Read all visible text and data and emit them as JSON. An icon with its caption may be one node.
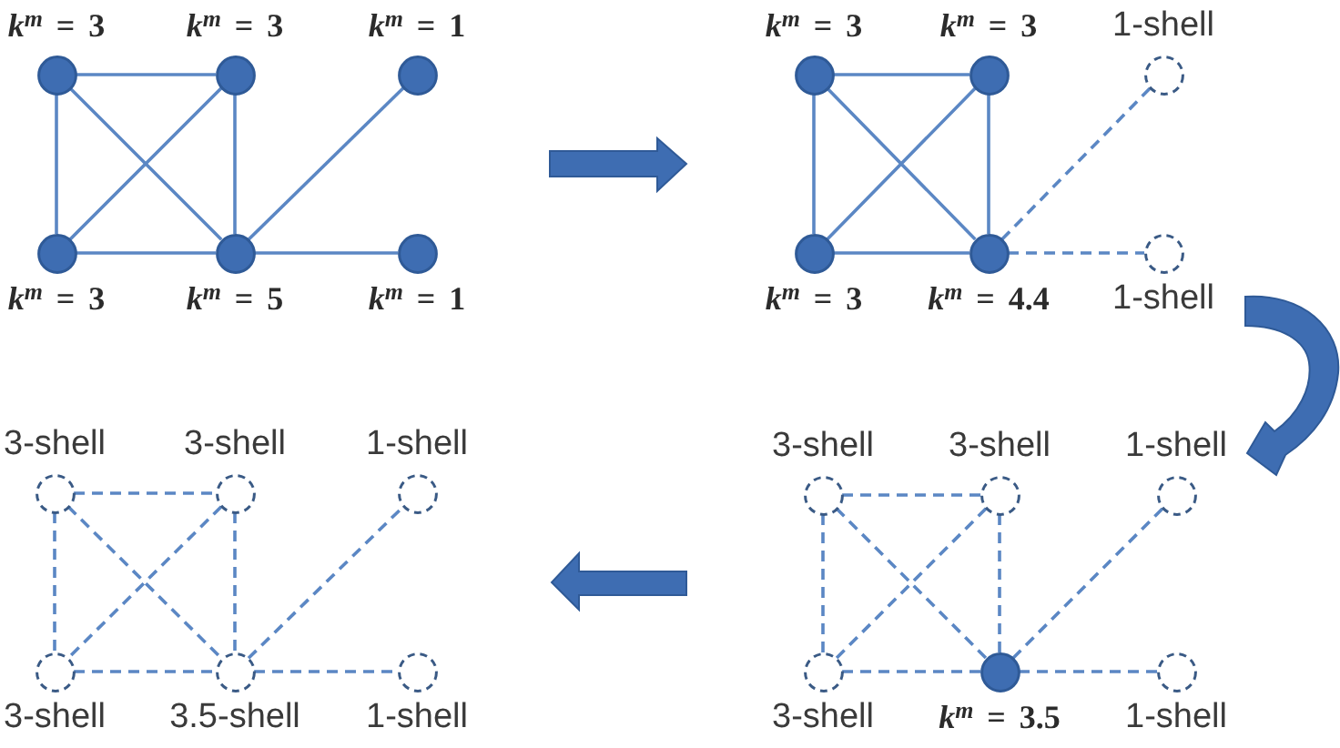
{
  "diagram": {
    "nodes": [
      {
        "text": [],
        "shape": "circle",
        "beside": [
          "*k*$^{m}$ = 3"
        ]
      },
      {
        "text": [],
        "shape": "circle",
        "beside": [
          "*k*$^{m}$ = 3"
        ]
      },
      {
        "text": [],
        "shape": "circle",
        "beside": [
          "*k*$^{m}$ = 1"
        ]
      },
      {
        "text": [],
        "shape": "circle",
        "beside": [
          "*k*$^{m}$ = 3"
        ]
      },
      {
        "text": [],
        "shape": "circle",
        "beside": [
          "*k*$^{m}$ = 5"
        ]
      },
      {
        "text": [],
        "shape": "circle",
        "beside": [
          "*k*$^{m}$ = 1"
        ]
      },
      {
        "text": [],
        "shape": "circle",
        "beside": [
          "*k*$^{m}$ = 3"
        ]
      },
      {
        "text": [],
        "shape": "circle",
        "beside": [
          "*k*$^{m}$ = 3"
        ]
      },
      {
        "text": [],
        "shape": "ring",
        "beside": [
          "1-shell"
        ]
      },
      {
        "text": [],
        "shape": "circle",
        "beside": [
          "*k*$^{m}$ = 3"
        ]
      },
      {
        "text": [],
        "shape": "circle",
        "beside": [
          "*k*$^{m}$ = 4.4"
        ]
      },
      {
        "text": [],
        "shape": "ring",
        "beside": [
          "1-shell"
        ]
      },
      {
        "text": [],
        "shape": "ring",
        "beside": [
          "3-shell"
        ]
      },
      {
        "text": [],
        "shape": "ring",
        "beside": [
          "3-shell"
        ]
      },
      {
        "text": [],
        "shape": "ring",
        "beside": [
          "1-shell"
        ]
      },
      {
        "text": [],
        "shape": "ring",
        "beside": [
          "3-shell"
        ]
      },
      {
        "text": [],
        "shape": "ring",
        "beside": [
          "3.5-shell"
        ]
      },
      {
        "text": [],
        "shape": "ring",
        "beside": [
          "1-shell"
        ]
      },
      {
        "text": [],
        "shape": "ring",
        "beside": [
          "3-shell"
        ]
      },
      {
        "text": [],
        "shape": "ring",
        "beside": [
          "3-shell"
        ]
      },
      {
        "text": [],
        "shape": "ring",
        "beside": [
          "1-shell"
        ]
      },
      {
        "text": [],
        "shape": "ring",
        "beside": [
          "3-shell"
        ]
      },
      {
        "text": [],
        "shape": "circle",
        "beside": [
          "*k*$^{m}$ = 3.5"
        ]
      },
      {
        "text": [],
        "shape": "ring",
        "beside": [
          "1-shell"
        ]
      }
    ],
    "edges": [
      {
        "from": 0,
        "to": 1,
        "arrow": "none"
      },
      {
        "from": 0,
        "to": 3,
        "arrow": "none"
      },
      {
        "from": 0,
        "to": 4,
        "arrow": "none"
      },
      {
        "from": 1,
        "to": 3,
        "arrow": "none"
      },
      {
        "from": 1,
        "to": 4,
        "arrow": "none"
      },
      {
        "from": 3,
        "to": 4,
        "arrow": "none"
      },
      {
        "from": 4,
        "to": 2,
        "arrow": "none"
      },
      {
        "from": 4,
        "to": 5,
        "arrow": "none"
      },
      {
        "from": 6,
        "to": 7,
        "arrow": "none"
      },
      {
        "from": 6,
        "to": 9,
        "arrow": "none"
      },
      {
        "from": 6,
        "to": 10,
        "arrow": "none"
      },
      {
        "from": 7,
        "to": 9,
        "arrow": "none"
      },
      {
        "from": 7,
        "to": 10,
        "arrow": "none"
      },
      {
        "from": 9,
        "to": 10,
        "arrow": "none"
      },
      {
        "from": 10,
        "to": 8,
        "arrow": "none",
        "style": "dashed"
      },
      {
        "from": 10,
        "to": 11,
        "arrow": "none",
        "style": "dashed"
      },
      {
        "from": 12,
        "to": 13,
        "arrow": "none",
        "style": "dashed"
      },
      {
        "from": 12,
        "to": 15,
        "arrow": "none",
        "style": "dashed"
      },
      {
        "from": 12,
        "to": 16,
        "arrow": "none",
        "style": "dashed"
      },
      {
        "from": 13,
        "to": 15,
        "arrow": "none",
        "style": "dashed"
      },
      {
        "from": 13,
        "to": 16,
        "arrow": "none",
        "style": "dashed"
      },
      {
        "from": 15,
        "to": 16,
        "arrow": "none",
        "style": "dashed"
      },
      {
        "from": 16,
        "to": 14,
        "arrow": "none",
        "style": "dashed"
      },
      {
        "from": 16,
        "to": 17,
        "arrow": "none",
        "style": "dashed"
      },
      {
        "from": 18,
        "to": 19,
        "arrow": "none",
        "style": "dashed"
      },
      {
        "from": 18,
        "to": 21,
        "arrow": "none",
        "style": "dashed"
      },
      {
        "from": 18,
        "to": 22,
        "arrow": "none",
        "style": "dashed"
      },
      {
        "from": 19,
        "to": 21,
        "arrow": "none",
        "style": "dashed"
      },
      {
        "from": 19,
        "to": 22,
        "arrow": "none",
        "style": "dashed"
      },
      {
        "from": 21,
        "to": 22,
        "arrow": "none",
        "style": "dashed"
      },
      {
        "from": 22,
        "to": 20,
        "arrow": "none",
        "style": "dashed"
      },
      {
        "from": 22,
        "to": 23,
        "arrow": "none",
        "style": "dashed"
      }
    ]
  }
}
